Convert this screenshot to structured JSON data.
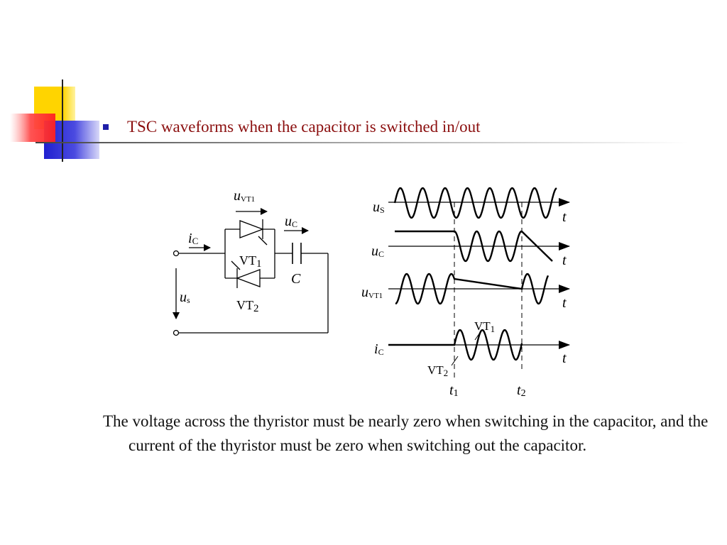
{
  "slide": {
    "title": "TSC waveforms when the capacitor is switched in/out",
    "body": "The voltage across the thyristor must be nearly zero when switching in the capacitor, and the current of the thyristor must be zero when switching out the capacitor.",
    "colors": {
      "title": "#8b0f0f",
      "bullet": "#1f1fa8",
      "deco_yellow": "#ffd400",
      "deco_red": "#ff3030",
      "deco_blue": "#2727d6"
    }
  },
  "circuit": {
    "u_sym": "u",
    "vt_sub": "VT",
    "vt1_num": "1",
    "vt2_num": "2",
    "uc_sym": "u",
    "uc_sub": "C",
    "ic_sym": "i",
    "ic_sub": "C",
    "vt_label": "VT",
    "cap_label": "C",
    "us_sym": "u",
    "us_sub": "s"
  },
  "waveforms": {
    "us_sym": "u",
    "us_sub": "S",
    "uc_sym": "u",
    "uc_sub": "C",
    "uvt_sym": "u",
    "uvt_sub": "VT",
    "uvt_num": "1",
    "ic_sym": "i",
    "ic_sub": "C",
    "t": "t",
    "vt1_text": "VT",
    "vt1_num": "1",
    "vt2_text": "VT",
    "vt2_num": "2",
    "t1_sym": "t",
    "t1_num": "1",
    "t2_sym": "t",
    "t2_num": "2"
  }
}
